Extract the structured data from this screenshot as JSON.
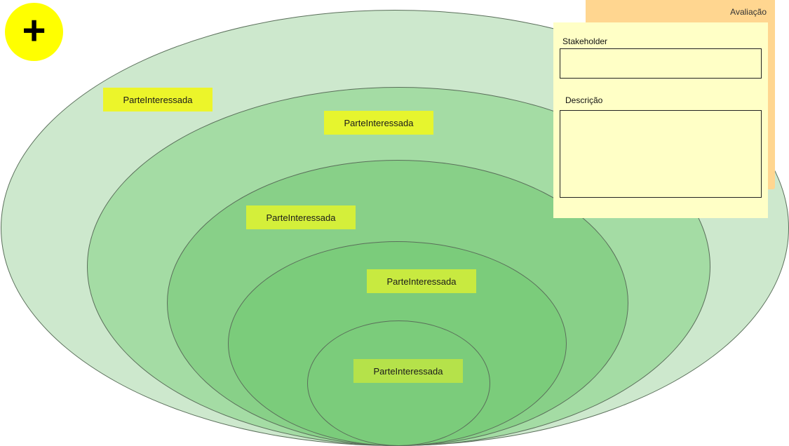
{
  "toolbar": {
    "add_icon": "plus-icon",
    "add_symbol": "+"
  },
  "diagram": {
    "stakeholders": [
      {
        "label": "ParteInteressada"
      },
      {
        "label": "ParteInteressada"
      },
      {
        "label": "ParteInteressada"
      },
      {
        "label": "ParteInteressada"
      },
      {
        "label": "ParteInteressada"
      }
    ]
  },
  "panel": {
    "tab_title": "Avaliação",
    "stakeholder_label": "Stakeholder",
    "stakeholder_value": "",
    "description_label": "Descrição",
    "description_value": ""
  },
  "colors": {
    "ring1": "#cde8cd",
    "ring2": "#a4dca4",
    "ring3": "#88d088",
    "ring4": "#7bcc7b",
    "ring5": "#7bcc7b",
    "tag_outer": "#ecf52a",
    "tag_mid": "#d4ef3a",
    "tag_inner": "#b5e24a",
    "add_button": "#ffff00",
    "panel_tab": "#ffd690",
    "panel": "#ffffc6"
  }
}
